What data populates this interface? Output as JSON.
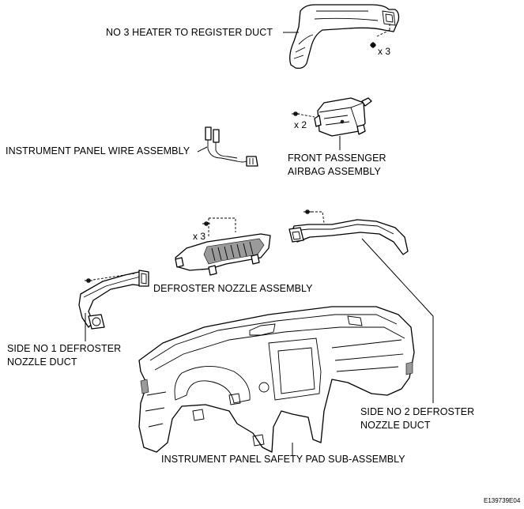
{
  "labels": {
    "heater_duct": "NO  3 HEATER TO REGISTER DUCT",
    "wire_assembly": "INSTRUMENT PANEL WIRE ASSEMBLY",
    "airbag_line1": "FRONT PASSENGER",
    "airbag_line2": "AIRBAG ASSEMBLY",
    "defroster_nozzle": "DEFROSTER NOZZLE ASSEMBLY",
    "side1_line1": "SIDE NO  1 DEFROSTER",
    "side1_line2": "NOZZLE DUCT",
    "side2_line1": "SIDE NO  2 DEFROSTER",
    "side2_line2": "NOZZLE DUCT",
    "safety_pad": "INSTRUMENT PANEL SAFETY PAD SUB-ASSEMBLY"
  },
  "quantities": {
    "heater_duct_screws": "x 3",
    "airbag_bolts": "x 2",
    "defroster_screws": "x 3"
  },
  "figure_code": "E139739E04"
}
